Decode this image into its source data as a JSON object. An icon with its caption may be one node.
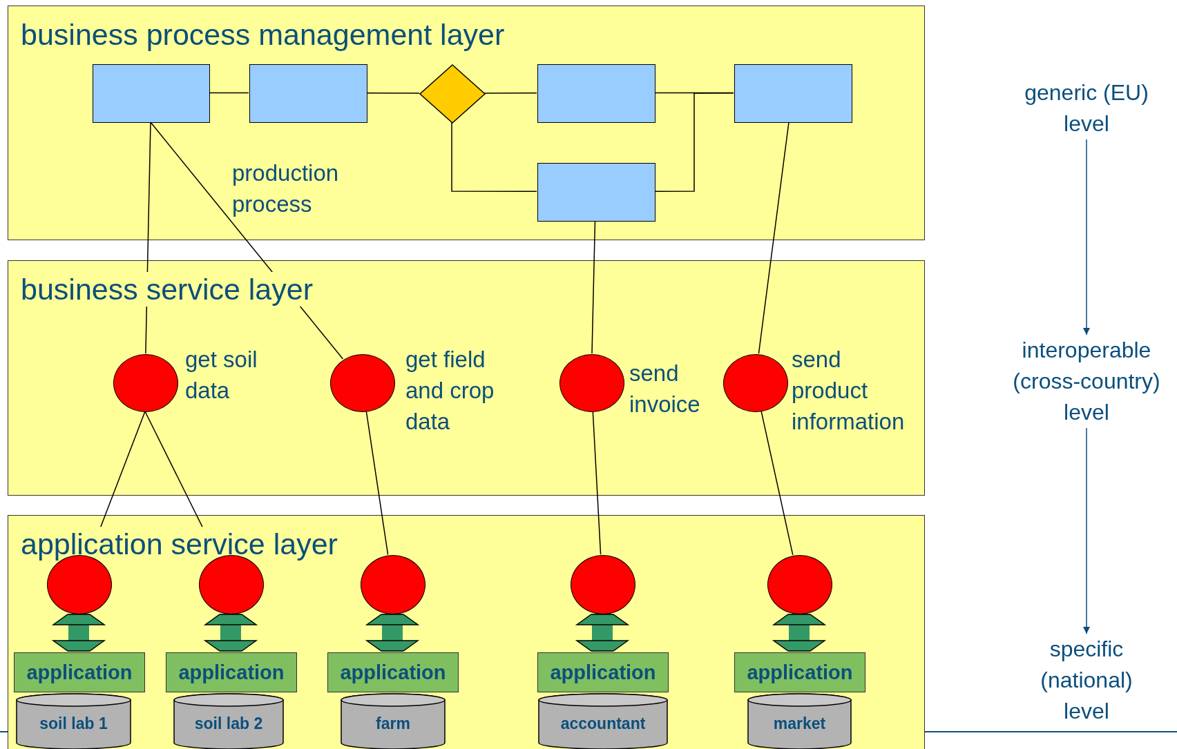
{
  "diagram": {
    "nodes": [
      {
        "text": [
          "business process management layer"
        ]
      },
      {
        "text": [
          "business service layer"
        ]
      },
      {
        "text": [
          "application service layer"
        ]
      },
      {
        "text": [],
        "shape": "box",
        "in": 0
      },
      {
        "text": [],
        "shape": "box",
        "in": 0
      },
      {
        "text": [],
        "shape": "diamond",
        "in": 0
      },
      {
        "text": [],
        "shape": "box",
        "in": 0
      },
      {
        "text": [],
        "shape": "box",
        "in": 0
      },
      {
        "text": [],
        "shape": "box",
        "in": 0
      },
      {
        "text": [],
        "shape": "circle",
        "in": 1,
        "beside": [
          "get soil data"
        ]
      },
      {
        "text": [],
        "shape": "circle",
        "in": 1,
        "beside": [
          "get field and crop data"
        ]
      },
      {
        "text": [],
        "shape": "circle",
        "in": 1,
        "beside": [
          "send invoice"
        ]
      },
      {
        "text": [],
        "shape": "circle",
        "in": 1,
        "beside": [
          "send product information"
        ]
      },
      {
        "text": [],
        "shape": "circle",
        "in": 2
      },
      {
        "text": [],
        "shape": "circle",
        "in": 2
      },
      {
        "text": [],
        "shape": "circle",
        "in": 2
      },
      {
        "text": [],
        "shape": "circle",
        "in": 2
      },
      {
        "text": [],
        "shape": "circle",
        "in": 2
      },
      {
        "text": [
          "application"
        ],
        "in": 2
      },
      {
        "text": [
          "application"
        ],
        "in": 2
      },
      {
        "text": [
          "application"
        ],
        "in": 2
      },
      {
        "text": [
          "application"
        ],
        "in": 2
      },
      {
        "text": [
          "application"
        ],
        "in": 2
      },
      {
        "text": [
          "soil lab 1"
        ],
        "in": 2
      },
      {
        "text": [
          "soil lab 2"
        ],
        "in": 2
      },
      {
        "text": [
          "farm"
        ],
        "in": 2
      },
      {
        "text": [
          "accountant"
        ],
        "in": 2
      },
      {
        "text": [
          "market"
        ],
        "in": 2
      },
      {
        "text": [
          "generic (EU) level"
        ]
      },
      {
        "text": [
          "interoperable (cross-country) level"
        ]
      },
      {
        "text": [
          "specific (national) level"
        ]
      }
    ],
    "edges": [
      {
        "from": 3,
        "to": 4,
        "arrow": "none"
      },
      {
        "from": 4,
        "to": 5,
        "arrow": "none"
      },
      {
        "from": 5,
        "to": 6,
        "arrow": "none"
      },
      {
        "from": 6,
        "to": 7,
        "arrow": "none"
      },
      {
        "from": 5,
        "to": 8,
        "arrow": "none"
      },
      {
        "from": 8,
        "to": 7,
        "arrow": "none"
      },
      {
        "from": 3,
        "to": 9,
        "arrow": "none"
      },
      {
        "from": 3,
        "to": 10,
        "arrow": "none"
      },
      {
        "from": 8,
        "to": 11,
        "arrow": "none"
      },
      {
        "from": 7,
        "to": 12,
        "arrow": "none"
      },
      {
        "from": 9,
        "to": 13,
        "arrow": "none"
      },
      {
        "from": 9,
        "to": 14,
        "arrow": "none"
      },
      {
        "from": 10,
        "to": 15,
        "arrow": "none"
      },
      {
        "from": 11,
        "to": 16,
        "arrow": "none"
      },
      {
        "from": 12,
        "to": 17,
        "arrow": "none"
      },
      {
        "from": 13,
        "to": 18,
        "arrow": "both",
        "style": "thick",
        "color": "#339966"
      },
      {
        "from": 14,
        "to": 19,
        "arrow": "both",
        "style": "thick",
        "color": "#339966"
      },
      {
        "from": 15,
        "to": 20,
        "arrow": "both",
        "style": "thick",
        "color": "#339966"
      },
      {
        "from": 16,
        "to": 21,
        "arrow": "both",
        "style": "thick",
        "color": "#339966"
      },
      {
        "from": 17,
        "to": 22,
        "arrow": "both",
        "style": "thick",
        "color": "#339966"
      },
      {
        "from": 28,
        "to": 29,
        "arrow": "to",
        "color": "#0e4c7a"
      },
      {
        "from": 29,
        "to": 30,
        "arrow": "to",
        "color": "#0e4c7a"
      }
    ],
    "labels": [
      "production process"
    ]
  }
}
